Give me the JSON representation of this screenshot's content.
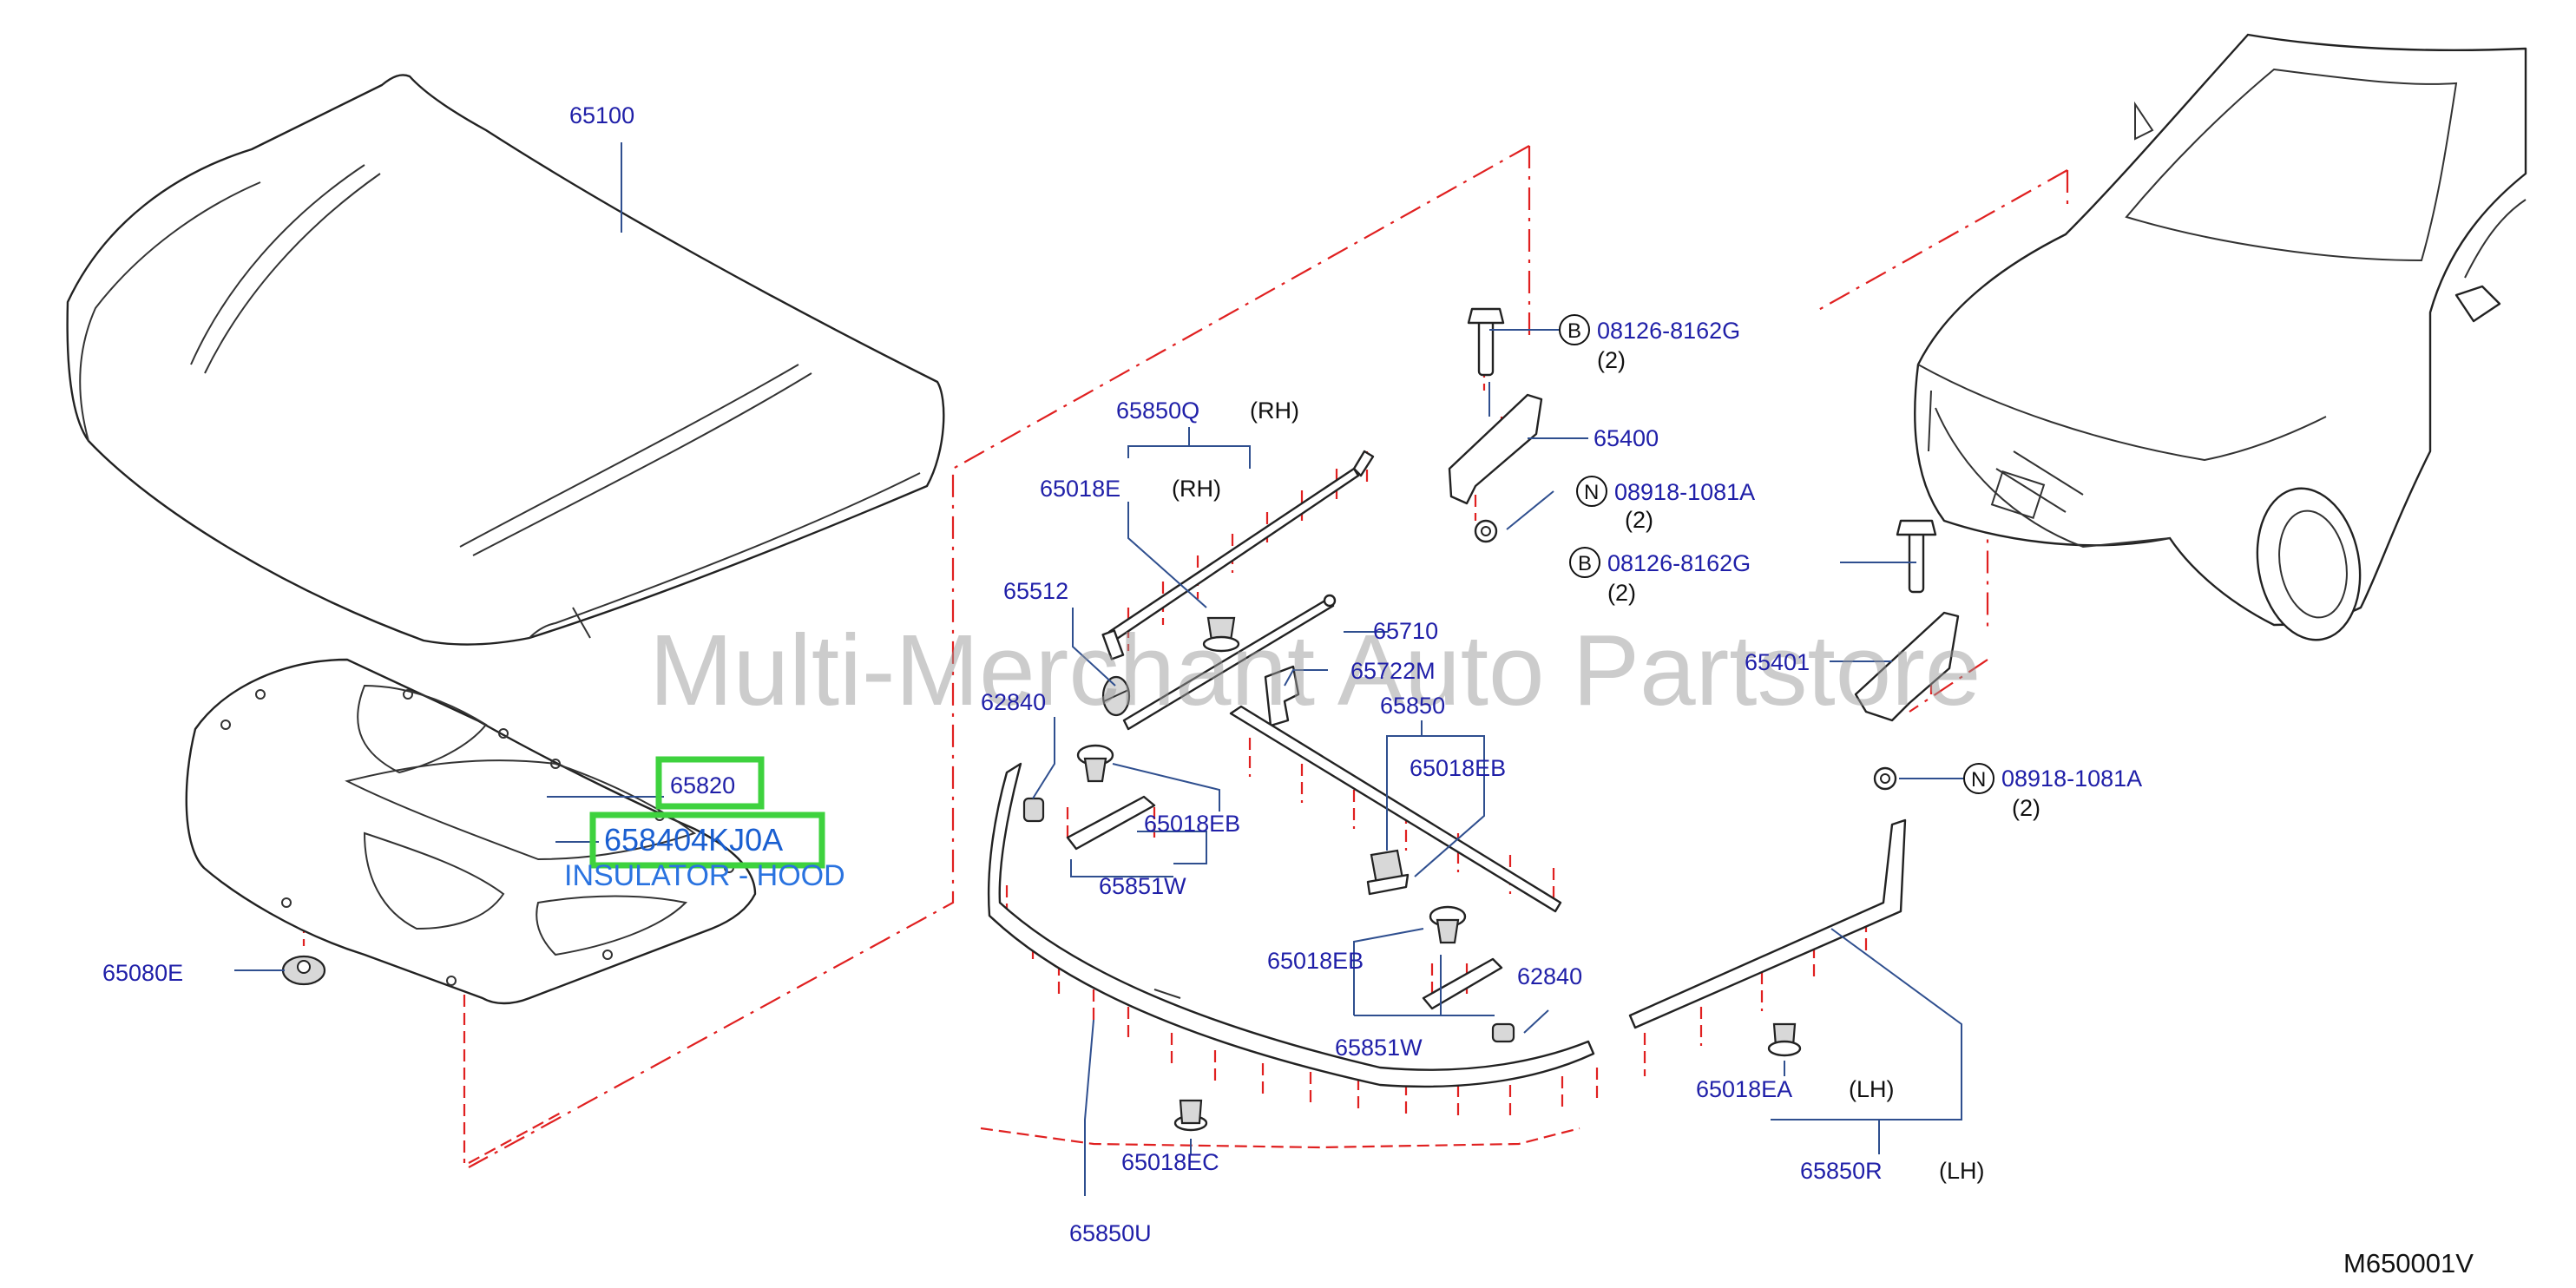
{
  "diagram": {
    "watermark": "Multi-Merchant Auto Partstore",
    "reference_code": "M650001V",
    "highlight": {
      "part_number": "658404KJ0A",
      "description": "INSULATOR - HOOD",
      "box_label": "65820",
      "color": "#3ed23e"
    },
    "parts": [
      {
        "id": "p65100",
        "number": "65100"
      },
      {
        "id": "p65080E",
        "number": "65080E"
      },
      {
        "id": "p65850Q",
        "number": "65850Q",
        "qualifier": "(RH)"
      },
      {
        "id": "p65018E",
        "number": "65018E",
        "qualifier": "(RH)"
      },
      {
        "id": "p65512",
        "number": "65512"
      },
      {
        "id": "p65710",
        "number": "65710"
      },
      {
        "id": "p65722M",
        "number": "65722M"
      },
      {
        "id": "p62840a",
        "number": "62840"
      },
      {
        "id": "p65850",
        "number": "65850"
      },
      {
        "id": "p65018EBa",
        "number": "65018EB"
      },
      {
        "id": "p65018EBb",
        "number": "65018EB"
      },
      {
        "id": "p65851Wa",
        "number": "65851W"
      },
      {
        "id": "p65018EBc",
        "number": "65018EB"
      },
      {
        "id": "p62840b",
        "number": "62840"
      },
      {
        "id": "p65851Wb",
        "number": "65851W"
      },
      {
        "id": "p65018EC",
        "number": "65018EC"
      },
      {
        "id": "p65850U",
        "number": "65850U"
      },
      {
        "id": "p65400",
        "number": "65400"
      },
      {
        "id": "p65401",
        "number": "65401"
      },
      {
        "id": "p65018EA",
        "number": "65018EA",
        "qualifier": "(LH)"
      },
      {
        "id": "p65850R",
        "number": "65850R",
        "qualifier": "(LH)"
      }
    ],
    "fasteners": [
      {
        "id": "f1",
        "symbol": "B",
        "number": "08126-8162G",
        "qty": "(2)"
      },
      {
        "id": "f2",
        "symbol": "N",
        "number": "08918-1081A",
        "qty": "(2)"
      },
      {
        "id": "f3",
        "symbol": "B",
        "number": "08126-8162G",
        "qty": "(2)"
      },
      {
        "id": "f4",
        "symbol": "N",
        "number": "08918-1081A",
        "qty": "(2)"
      }
    ]
  }
}
